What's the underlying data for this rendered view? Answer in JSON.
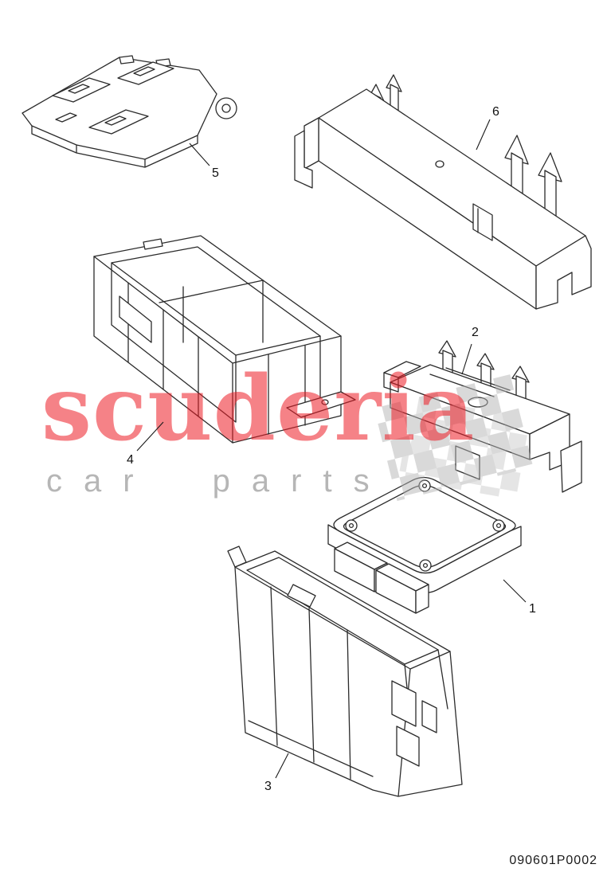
{
  "watermark": {
    "brand": "scuderia",
    "subtitle": "car parts"
  },
  "callouts": {
    "part1": "1",
    "part2": "2",
    "part3": "3",
    "part4": "4",
    "part5": "5",
    "part6": "6"
  },
  "footer": {
    "document_number": "090601P0002"
  },
  "colors": {
    "watermark_red": "#ec1c24",
    "watermark_gray": "#9e9e9e",
    "flag_gray": "#b5b5b5",
    "line": "#2b2b2b",
    "background": "#ffffff"
  }
}
